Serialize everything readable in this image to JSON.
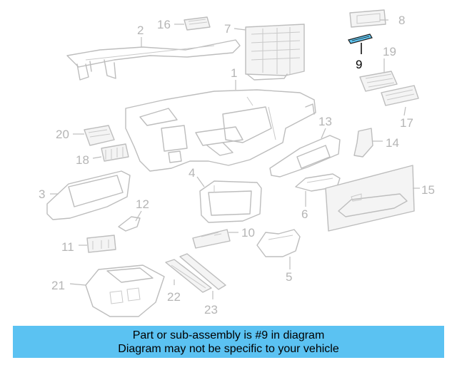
{
  "callouts": [
    "1",
    "2",
    "3",
    "4",
    "5",
    "6",
    "7",
    "8",
    "9",
    "10",
    "11",
    "12",
    "13",
    "14",
    "15",
    "16",
    "17",
    "18",
    "19",
    "20",
    "21",
    "22",
    "23"
  ],
  "highlighted_part": "9",
  "colors": {
    "highlight": "#5fc4ef",
    "banner": "#5bc2f2",
    "line": "#bdbdbd",
    "label": "#b5b5b5"
  },
  "banner": {
    "line1": "Part or sub-assembly is #9 in diagram",
    "line2": "Diagram may not be specific to your vehicle"
  }
}
